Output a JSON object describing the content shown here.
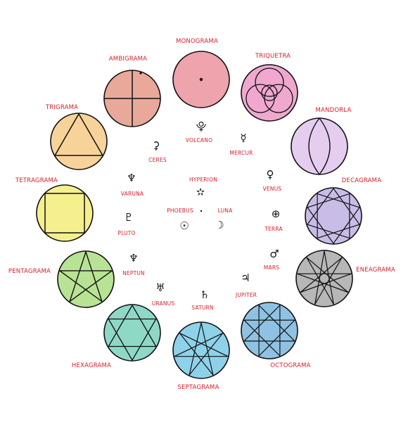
{
  "figures": [
    {
      "id": "monograma",
      "name": "MONOGRAMA",
      "color": "#eea3ad",
      "icon": "circle-dot-icon"
    },
    {
      "id": "triquetra",
      "name": "TRIQUETRA",
      "color": "#f0a8cf",
      "icon": "triquetra-icon"
    },
    {
      "id": "mandorla",
      "name": "MANDORLA",
      "color": "#e4cdef",
      "icon": "mandorla-icon"
    },
    {
      "id": "decagrama",
      "name": "DECAGRAMA",
      "color": "#c9bde8",
      "icon": "decagram-icon"
    },
    {
      "id": "eneagrama",
      "name": "ENEAGRAMA",
      "color": "#b7b7b7",
      "icon": "enneagram-icon"
    },
    {
      "id": "octograma",
      "name": "OCTOGRAMA",
      "color": "#8fc2e2",
      "icon": "octagram-icon"
    },
    {
      "id": "septagrama",
      "name": "SEPTAGRAMA",
      "color": "#8ed2ea",
      "icon": "heptagram-icon"
    },
    {
      "id": "hexagrama",
      "name": "HEXAGRAMA",
      "color": "#8fd8c8",
      "icon": "hexagram-icon"
    },
    {
      "id": "pentagrama",
      "name": "PENTAGRAMA",
      "color": "#b9e394",
      "icon": "pentagram-icon"
    },
    {
      "id": "tetragrama",
      "name": "TETRAGRAMA",
      "color": "#f5ef8e",
      "icon": "square-icon"
    },
    {
      "id": "trigrama",
      "name": "TRIGRAMA",
      "color": "#f7d39a",
      "icon": "triangle-icon"
    },
    {
      "id": "ambigrama",
      "name": "AMBIGRAMA",
      "color": "#e8a99a",
      "icon": "cross-icon"
    }
  ],
  "planets": [
    {
      "id": "volcano",
      "name": "VOLCANO",
      "symbol": "⯓",
      "icon": "vulcan-symbol-icon"
    },
    {
      "id": "mercur",
      "name": "MERCUR",
      "symbol": "☿",
      "icon": "mercury-symbol-icon"
    },
    {
      "id": "venus",
      "name": "VENUS",
      "symbol": "♀",
      "icon": "venus-symbol-icon"
    },
    {
      "id": "terra",
      "name": "TERRA",
      "symbol": "⊕",
      "icon": "earth-symbol-icon"
    },
    {
      "id": "mars",
      "name": "MARS",
      "symbol": "♂",
      "icon": "mars-symbol-icon"
    },
    {
      "id": "jupiter",
      "name": "JUPITER",
      "symbol": "♃",
      "icon": "jupiter-symbol-icon"
    },
    {
      "id": "saturn",
      "name": "SATURN",
      "symbol": "♄",
      "icon": "saturn-symbol-icon"
    },
    {
      "id": "uranus",
      "name": "URANUS",
      "symbol": "♅",
      "icon": "uranus-symbol-icon"
    },
    {
      "id": "neptun",
      "name": "NEPTUN",
      "symbol": "♆",
      "icon": "neptune-symbol-icon"
    },
    {
      "id": "pluto",
      "name": "PLUTO",
      "symbol": "♇",
      "icon": "pluto-symbol-icon"
    },
    {
      "id": "varuna",
      "name": "VARUNA",
      "symbol": "♆",
      "icon": "varuna-symbol-icon"
    },
    {
      "id": "ceres",
      "name": "CERES",
      "symbol": "⚳",
      "icon": "ceres-symbol-icon"
    },
    {
      "id": "hyperion",
      "name": "HYPERION",
      "symbol": "✫",
      "icon": "star-symbol-icon"
    },
    {
      "id": "phoebus",
      "name": "PHOEBUS",
      "symbol": "☉",
      "icon": "sun-symbol-icon"
    },
    {
      "id": "luna",
      "name": "LUNA",
      "symbol": "☽",
      "icon": "moon-symbol-icon"
    }
  ]
}
